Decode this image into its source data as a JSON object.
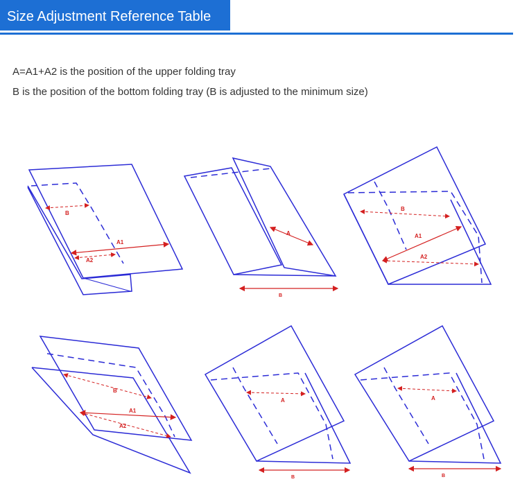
{
  "header": {
    "title": "Size Adjustment Reference Table"
  },
  "description": {
    "line1": "A=A1+A2 is the position of the upper folding tray",
    "line2": "B is the position of the bottom folding tray (B is adjusted to the minimum size)"
  },
  "labels": {
    "a": "A",
    "a1": "A1",
    "a2": "A2",
    "b": "B"
  },
  "colors": {
    "accent": "#1d6fd4",
    "line": "#2b2bd6",
    "measure": "#d42020"
  }
}
